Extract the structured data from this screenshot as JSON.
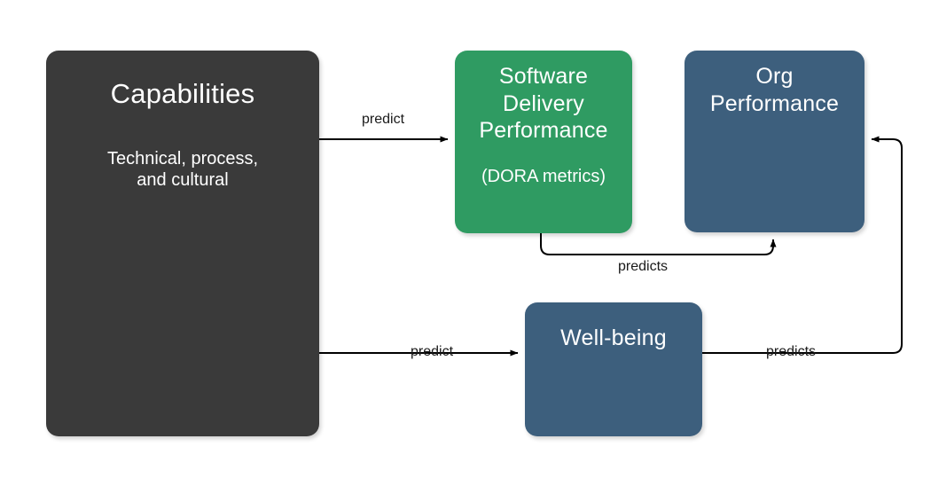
{
  "diagram": {
    "type": "flow-diagram",
    "background_color": "#ffffff",
    "nodes": [
      {
        "id": "capabilities",
        "title": "Capabilities",
        "subtitle": "Technical, process, and cultural",
        "color": "#3a3a3a",
        "text_color": "#ffffff"
      },
      {
        "id": "software-delivery-performance",
        "title": "Software Delivery Performance",
        "subtitle": "(DORA metrics)",
        "color": "#2f9b62",
        "text_color": "#ffffff"
      },
      {
        "id": "org-performance",
        "title": "Org Performance",
        "subtitle": "",
        "color": "#3d5f7d",
        "text_color": "#ffffff"
      },
      {
        "id": "well-being",
        "title": "Well-being",
        "subtitle": "",
        "color": "#3d5f7d",
        "text_color": "#ffffff"
      }
    ],
    "edges": [
      {
        "id": "capabilities-to-sdp",
        "from": "capabilities",
        "to": "software-delivery-performance",
        "label": "predict"
      },
      {
        "id": "sdp-to-org",
        "from": "software-delivery-performance",
        "to": "org-performance",
        "label": "predicts"
      },
      {
        "id": "capabilities-to-wellbeing",
        "from": "capabilities",
        "to": "well-being",
        "label": "predict"
      },
      {
        "id": "wellbeing-to-org",
        "from": "well-being",
        "to": "org-performance",
        "label": "predicts"
      }
    ],
    "edge_color": "#000000"
  },
  "labels": {
    "capabilities_title": "Capabilities",
    "capabilities_sub_line1": "Technical, process,",
    "capabilities_sub_line2": "and cultural",
    "sdp_line1": "Software",
    "sdp_line2": "Delivery",
    "sdp_line3": "Performance",
    "sdp_sub": "(DORA metrics)",
    "org_line1": "Org",
    "org_line2": "Performance",
    "wellbeing_title": "Well-being",
    "edge_predict_top": "predict",
    "edge_predicts_middle": "predicts",
    "edge_predict_bottom": "predict",
    "edge_predicts_right": "predicts"
  }
}
